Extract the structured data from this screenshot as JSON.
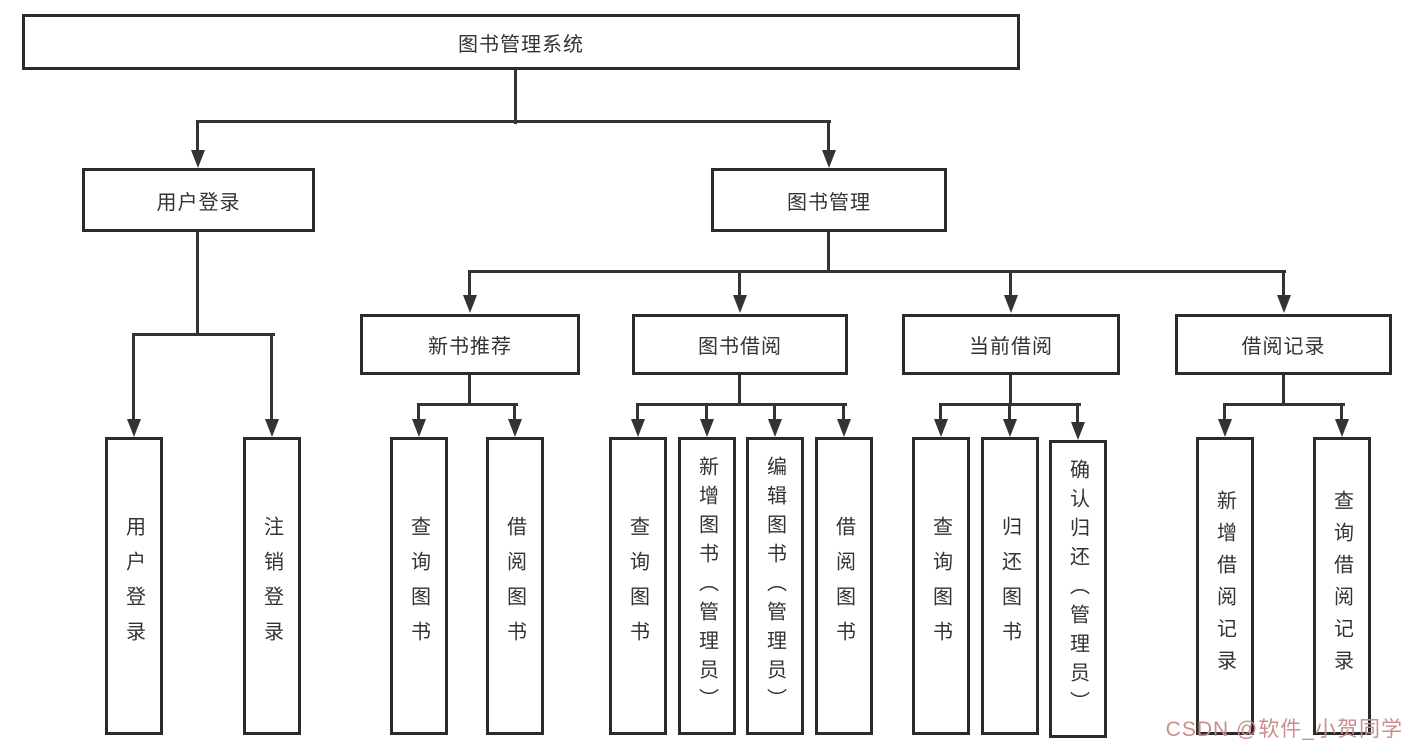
{
  "tree": {
    "root": {
      "label": "图书管理系统"
    },
    "branches": [
      {
        "label": "用户登录",
        "children": [
          {
            "label": "用户登录"
          },
          {
            "label": "注销登录"
          }
        ]
      },
      {
        "label": "图书管理",
        "children": [
          {
            "label": "新书推荐",
            "children": [
              {
                "label": "查询图书"
              },
              {
                "label": "借阅图书"
              }
            ]
          },
          {
            "label": "图书借阅",
            "children": [
              {
                "label": "查询图书"
              },
              {
                "label": "新增图书（管理员）"
              },
              {
                "label": "编辑图书（管理员）"
              },
              {
                "label": "借阅图书"
              }
            ]
          },
          {
            "label": "当前借阅",
            "children": [
              {
                "label": "查询图书"
              },
              {
                "label": "归还图书"
              },
              {
                "label": "确认归还（管理员）"
              }
            ]
          },
          {
            "label": "借阅记录",
            "children": [
              {
                "label": "新增借阅记录"
              },
              {
                "label": "查询借阅记录"
              }
            ]
          }
        ]
      }
    ]
  },
  "watermark": {
    "text": "CSDN @软件_小贺同学"
  },
  "colors": {
    "line": "#333333",
    "border": "#2b2b2b",
    "text": "#333333",
    "watermark": "#c98f8a"
  }
}
